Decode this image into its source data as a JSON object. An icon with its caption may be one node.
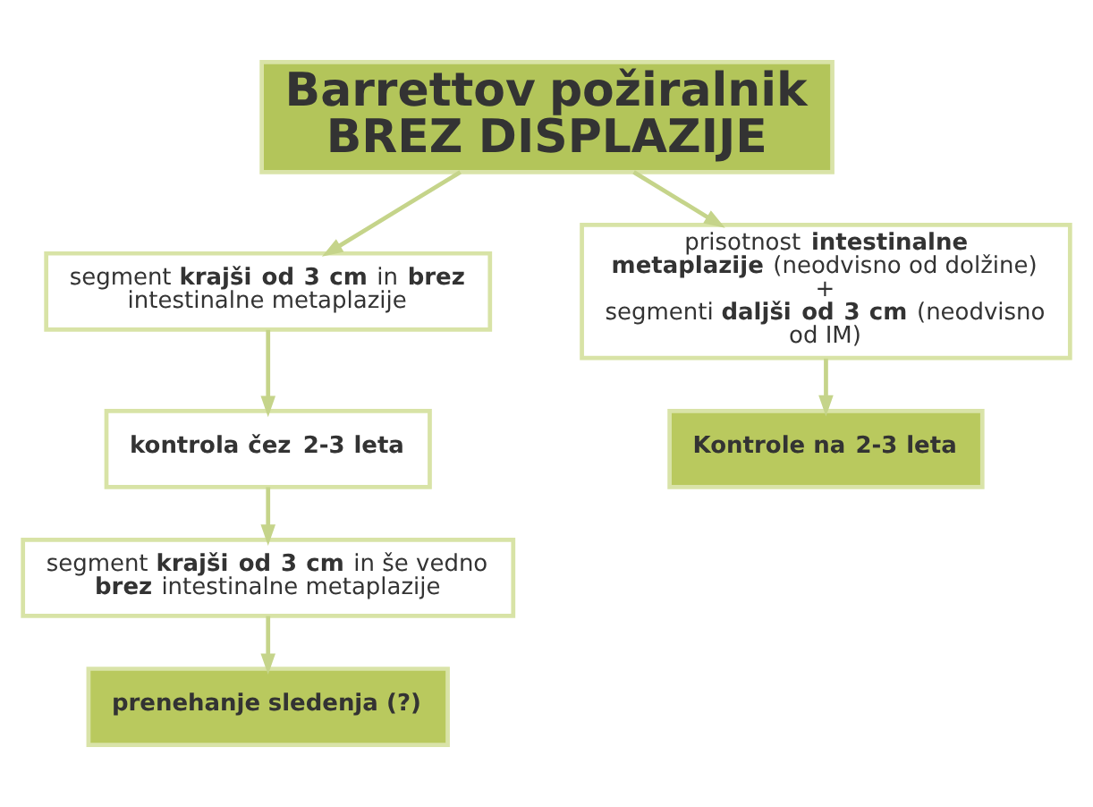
{
  "diagram": {
    "nodes": [
      {
        "text": [
          "Barrettov požiralnik BREZ DISPLAZIJE"
        ]
      },
      {
        "text": [
          "segment **krajši od 3 cm** in **brez** intestinalne metaplazije"
        ]
      },
      {
        "text": [
          "kontrola čez 2-3 leta"
        ]
      },
      {
        "text": [
          "segment **krajši od 3 cm** in še vedno **brez** intestinalne metaplazije"
        ]
      },
      {
        "text": [
          "prenehanje sledenja (?)"
        ]
      },
      {
        "text": [
          "prisotnost **intestinalne metaplazije** (neodvisno od dolžine)",
          "+",
          "segmenti **daljši od 3 cm** (neodvisno od IM)"
        ]
      },
      {
        "text": [
          "Kontrole na 2-3 leta"
        ]
      }
    ],
    "edges": [
      {
        "from": 0,
        "to": 1,
        "arrow": "to"
      },
      {
        "from": 0,
        "to": 5,
        "arrow": "to"
      },
      {
        "from": 1,
        "to": 2,
        "arrow": "to"
      },
      {
        "from": 2,
        "to": 3,
        "arrow": "to"
      },
      {
        "from": 3,
        "to": 4,
        "arrow": "to"
      },
      {
        "from": 5,
        "to": 6,
        "arrow": "to"
      }
    ]
  }
}
